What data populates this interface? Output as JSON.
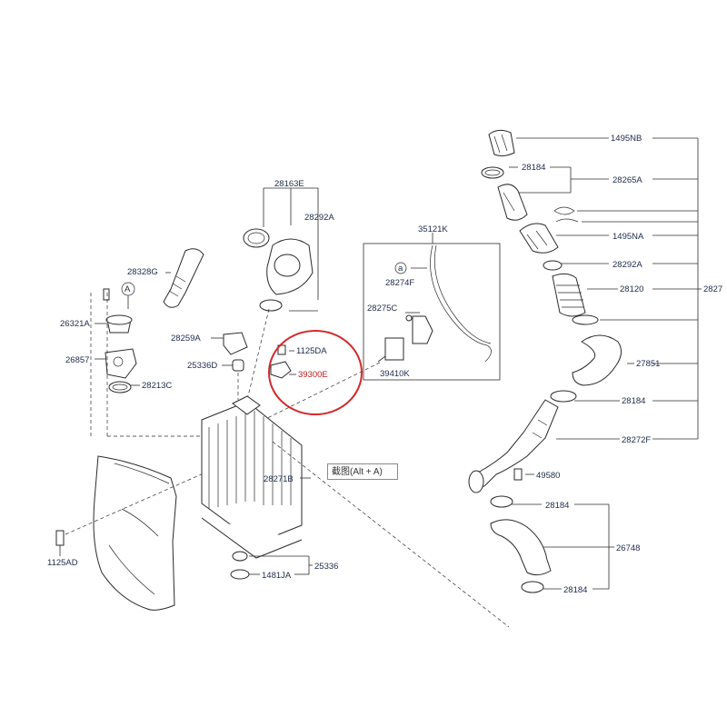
{
  "labels": {
    "p1495NB": "1495NB",
    "p28184_a": "28184",
    "p28265A": "28265A",
    "p1495NA": "1495NA",
    "p28292A_r": "28292A",
    "p28120": "28120",
    "p2827": "2827",
    "p27851": "27851",
    "p28184_b": "28184",
    "p28272F": "28272F",
    "p49580": "49580",
    "p28184_c": "28184",
    "p26748": "26748",
    "p28184_d": "28184",
    "p35121K": "35121K",
    "pa": "a",
    "p28274F": "28274F",
    "p28275C": "28275C",
    "p39410K": "39410K",
    "p28163E": "28163E",
    "p28292A_l": "28292A",
    "p28328G": "28328G",
    "pA": "A",
    "p26321A": "26321A",
    "p26857": "26857",
    "p28213C": "28213C",
    "p28259A": "28259A",
    "p25336D": "25336D",
    "p1125DA": "1125DA",
    "p39300E": "39300E",
    "p28271B": "28271B",
    "p1125AD": "1125AD",
    "p1481JA": "1481JA",
    "p25336": "25336"
  },
  "tooltip": "截图(Alt + A)",
  "highlight_color": "#d42a2a"
}
